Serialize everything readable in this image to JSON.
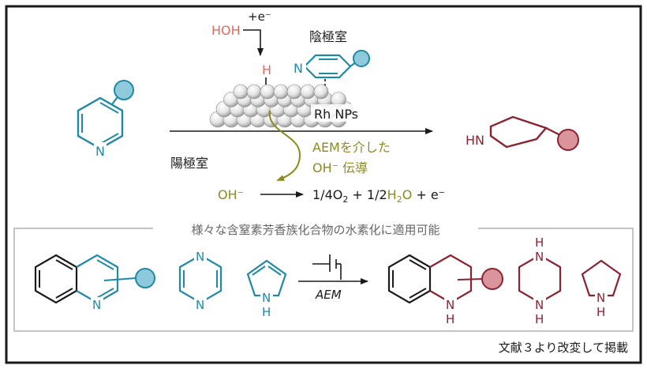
{
  "colors": {
    "frame": "#1a1a1a",
    "text": "#1a1a1a",
    "reactant_teal": "#1f8aa6",
    "substituent_fill": "#8ec9dc",
    "product_red": "#8b2230",
    "product_fill": "#d9949c",
    "hydrogen_red": "#e56b5e",
    "olive": "#8c8a1e",
    "gray_box": "#bdbdbd",
    "subtitle_gray": "#666666"
  },
  "top": {
    "water": {
      "h_part": "HOH",
      "rest": ""
    },
    "electron_in": "+e⁻",
    "surface_h": "H",
    "cathode_label": "陰極室",
    "adsorbed_n": "N",
    "catalyst_label": "Rh NPs",
    "reactant_n": "N",
    "product_hn": "HN",
    "anode_label": "陽極室",
    "transport_line1": "AEMを介した",
    "transport_line2": "OH⁻ 伝導",
    "anode_reaction": {
      "oh": "OH⁻",
      "p1": "1/4O",
      "s1": "2",
      "p2": " + 1/2",
      "h2": "H",
      "s2": "2",
      "o": "O",
      "p3": " + e⁻"
    }
  },
  "scope": {
    "title": "様々な含窒素芳香族化合物の水素化に適用可能",
    "quinoline_n": "N",
    "pyrazine_n1": "N",
    "pyrazine_n2": "N",
    "pyrrole_n": "N",
    "pyrrole_h": "H",
    "arrow_label": "AEM",
    "thq_n": "N",
    "thq_h": "H",
    "piperazine_n1": "N",
    "piperazine_h1": "H",
    "piperazine_n2": "N",
    "piperazine_h2": "H",
    "pyrrolidine_n": "N",
    "pyrrolidine_h": "H"
  },
  "caption": "文献３より改変して掲載"
}
